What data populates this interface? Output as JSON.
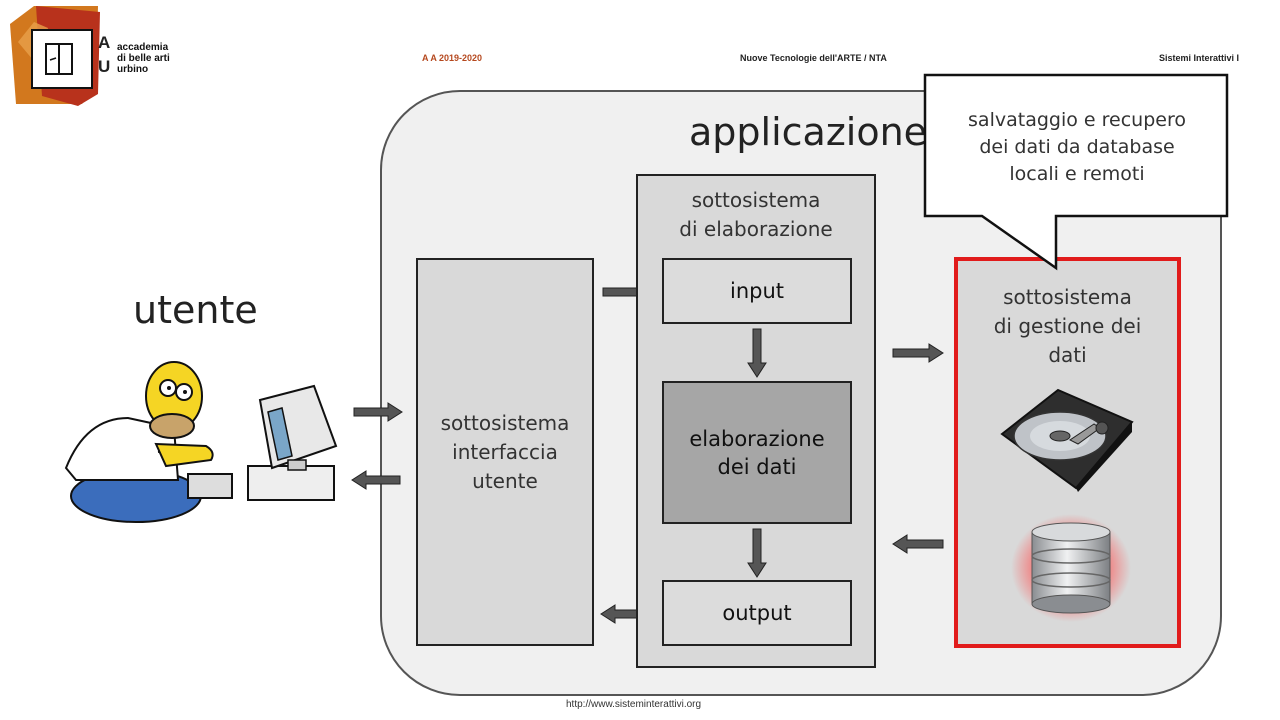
{
  "header": {
    "logo_lines": [
      "accademia",
      "di belle arti",
      "urbino"
    ],
    "logo_letters": [
      "A",
      "U"
    ],
    "academic_year": "A A 2019-2020",
    "course": "Nuove Tecnologie dell'ARTE / NTA",
    "module": "Sistemi Interattivi I"
  },
  "diagram": {
    "app_title": "applicazione",
    "user_label": "utente",
    "ui_subsystem": "sottosistema\ninterfaccia\nutente",
    "processing_subsystem": "sottosistema\ndi elaborazione",
    "input": "input",
    "processing": "elaborazione\ndei dati",
    "output": "output",
    "data_subsystem": "sottosistema\ndi gestione dei\ndati",
    "callout": "salvataggio e recupero\ndei dati da database\nlocali e remoti"
  },
  "footer": {
    "url": "http://www.sisteminterattivi.org"
  }
}
